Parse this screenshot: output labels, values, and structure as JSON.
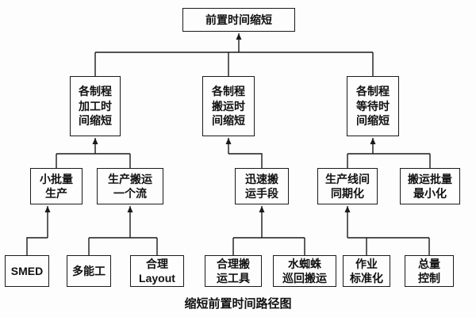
{
  "diagram": {
    "title": "缩短前置时间路径图",
    "nodes": {
      "root": {
        "label": "前置时间缩短"
      },
      "process_time": {
        "label": "各制程\n加工时\n间缩短"
      },
      "transport_time": {
        "label": "各制程\n搬运时\n间缩短"
      },
      "wait_time": {
        "label": "各制程\n等待时\n间缩短"
      },
      "small_lot": {
        "label": "小批量\n生产"
      },
      "one_piece_flow": {
        "label": "生产搬运\n一个流"
      },
      "rapid_transport": {
        "label": "迅速搬\n运手段"
      },
      "line_sync": {
        "label": "生产线间\n同期化"
      },
      "min_batch": {
        "label": "搬运批量\n最小化"
      },
      "smed": {
        "label": "SMED"
      },
      "multi_skill": {
        "label": "多能工"
      },
      "layout": {
        "label": "合理\nLayout"
      },
      "transport_tools": {
        "label": "合理搬\n运工具"
      },
      "water_spider": {
        "label": "水蜘蛛\n巡回搬运"
      },
      "work_std": {
        "label": "作业\n标准化"
      },
      "total_control": {
        "label": "总量\n控制"
      }
    },
    "edges": [
      {
        "from": "process_time",
        "to": "root"
      },
      {
        "from": "transport_time",
        "to": "root"
      },
      {
        "from": "wait_time",
        "to": "root"
      },
      {
        "from": "small_lot",
        "to": "process_time"
      },
      {
        "from": "one_piece_flow",
        "to": "process_time"
      },
      {
        "from": "rapid_transport",
        "to": "transport_time"
      },
      {
        "from": "line_sync",
        "to": "wait_time"
      },
      {
        "from": "min_batch",
        "to": "wait_time"
      },
      {
        "from": "smed",
        "to": "small_lot"
      },
      {
        "from": "multi_skill",
        "to": "one_piece_flow"
      },
      {
        "from": "layout",
        "to": "one_piece_flow"
      },
      {
        "from": "transport_tools",
        "to": "rapid_transport"
      },
      {
        "from": "water_spider",
        "to": "rapid_transport"
      },
      {
        "from": "work_std",
        "to": "line_sync"
      },
      {
        "from": "total_control",
        "to": "line_sync"
      }
    ],
    "line_color": "#1a1a1a"
  }
}
